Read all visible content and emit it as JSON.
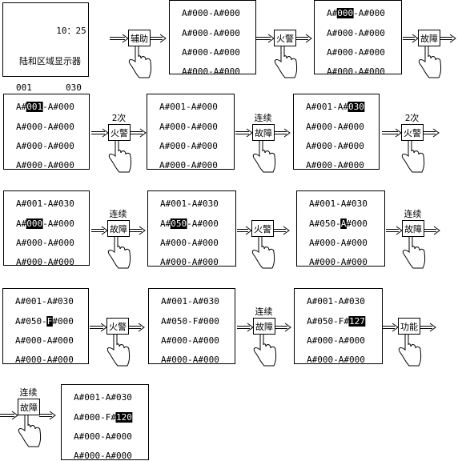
{
  "screens": [
    {
      "kind": "initial",
      "time": "10：25",
      "title": "陆和区域显示器",
      "left_num": "001",
      "right_num": "030"
    },
    {
      "kind": "list",
      "lines": [
        {
          "t": "A#000-A#000"
        },
        {
          "t": "A#000-A#000"
        },
        {
          "t": "A#000-A#000"
        },
        {
          "t": "A#000-A#000"
        }
      ]
    },
    {
      "kind": "list",
      "lines": [
        {
          "t": "A#000-A#000",
          "hl": "000",
          "hl_index": 0
        },
        {
          "t": "A#000-A#000"
        },
        {
          "t": "A#000-A#000"
        },
        {
          "t": "A#000-A#000"
        }
      ]
    },
    {
      "kind": "list",
      "lines": [
        {
          "t": "A#001-A#000",
          "hl": "001",
          "hl_index": 0
        },
        {
          "t": "A#000-A#000"
        },
        {
          "t": "A#000-A#000"
        },
        {
          "t": "A#000-A#000"
        }
      ]
    },
    {
      "kind": "list",
      "lines": [
        {
          "t": "A#001-A#000",
          "hl": "000",
          "hl_index": 1
        },
        {
          "t": "A#000-A#000"
        },
        {
          "t": "A#000-A#000"
        },
        {
          "t": "A#000-A#000"
        }
      ]
    },
    {
      "kind": "list",
      "lines": [
        {
          "t": "A#001-A#030",
          "hl": "030",
          "hl_index": 0
        },
        {
          "t": "A#000-A#000"
        },
        {
          "t": "A#000-A#000"
        },
        {
          "t": "A#000-A#000"
        }
      ]
    },
    {
      "kind": "list",
      "lines": [
        {
          "t": "A#001-A#030"
        },
        {
          "t": "A#000-A#000",
          "hl": "000",
          "hl_index": 0
        },
        {
          "t": "A#000-A#000"
        },
        {
          "t": "A#000-A#000"
        }
      ]
    },
    {
      "kind": "list",
      "lines": [
        {
          "t": "A#001-A#030"
        },
        {
          "t": "A#050-A#000",
          "hl": "050",
          "hl_index": 0
        },
        {
          "t": "A#000-A#000"
        },
        {
          "t": "A#000-A#000"
        }
      ]
    },
    {
      "kind": "list",
      "lines": [
        {
          "t": "A#001-A#030"
        },
        {
          "t": "A#050-A#000",
          "hl": "A",
          "hl_index": 1
        },
        {
          "t": "A#000-A#000"
        },
        {
          "t": "A#000-A#000"
        }
      ]
    },
    {
      "kind": "list",
      "lines": [
        {
          "t": "A#001-A#030"
        },
        {
          "t": "A#050-F#000",
          "hl": "F",
          "hl_index": 0
        },
        {
          "t": "A#000-A#000"
        },
        {
          "t": "A#000-A#000"
        }
      ]
    },
    {
      "kind": "list",
      "lines": [
        {
          "t": "A#001-A#030"
        },
        {
          "t": "A#050-F#000",
          "hl": "000",
          "hl_index": 1
        },
        {
          "t": "A#000-A#000"
        },
        {
          "t": "A#000-A#000"
        }
      ]
    },
    {
      "kind": "list",
      "lines": [
        {
          "t": "A#001-A#030"
        },
        {
          "t": "A#050-F#127",
          "hl": "127",
          "hl_index": 0
        },
        {
          "t": "A#000-A#000"
        },
        {
          "t": "A#000-A#000"
        }
      ]
    },
    {
      "kind": "list",
      "lines": [
        {
          "t": "A#001-A#030"
        },
        {
          "t": "A#000-F#120",
          "hl": "120",
          "hl_index": 0
        },
        {
          "t": "A#000-A#000"
        },
        {
          "t": "A#000-A#000"
        }
      ]
    }
  ],
  "buttons": [
    {
      "label": "辅助",
      "caption": ""
    },
    {
      "label": "火警",
      "caption": ""
    },
    {
      "label": "故障",
      "caption": ""
    },
    {
      "label": "火警",
      "caption": "2次"
    },
    {
      "label": "故障",
      "caption": "连续"
    },
    {
      "label": "火警",
      "caption": "2次"
    },
    {
      "label": "故障",
      "caption": "连续"
    },
    {
      "label": "火警",
      "caption": ""
    },
    {
      "label": "故障",
      "caption": "连续"
    },
    {
      "label": "火警",
      "caption": ""
    },
    {
      "label": "故障",
      "caption": "连续"
    },
    {
      "label": "功能",
      "caption": ""
    },
    {
      "label": "故障",
      "caption": "连续"
    }
  ],
  "colors": {
    "line": "#000000",
    "paper": "#ffffff",
    "highlight_bg": "#000000",
    "highlight_fg": "#ffffff"
  }
}
